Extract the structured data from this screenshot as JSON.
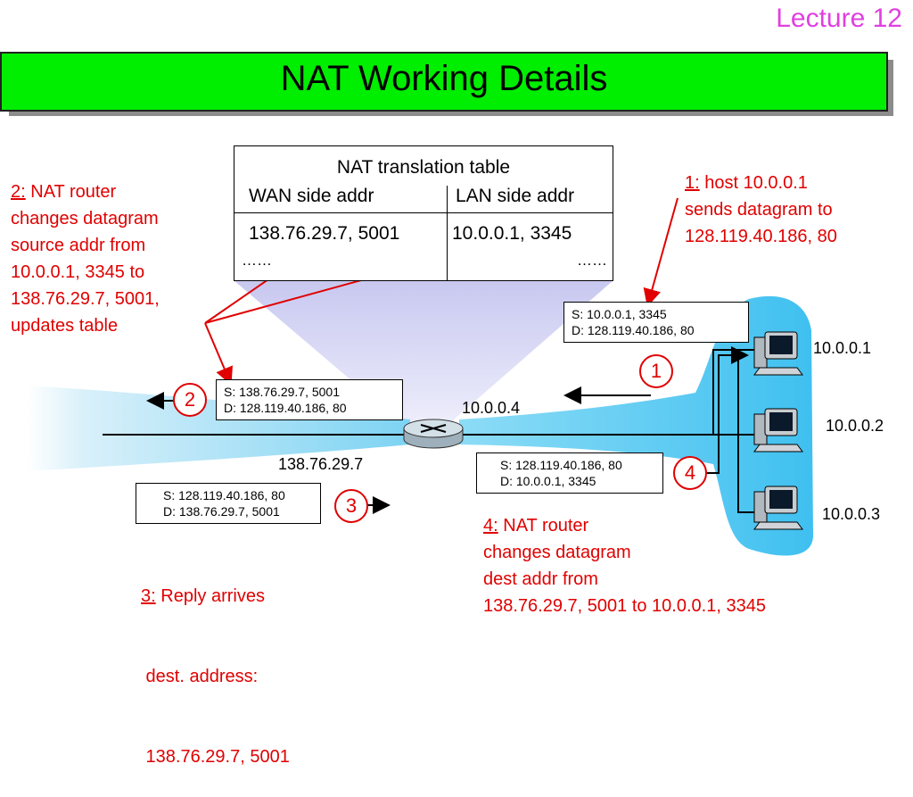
{
  "header": {
    "lecture": "Lecture 12",
    "title": "NAT Working Details"
  },
  "table": {
    "title": "NAT translation table",
    "col_wan": "WAN side addr",
    "col_lan": "LAN side addr",
    "row_wan": "138.76.29.7, 5001",
    "row_lan": "10.0.0.1, 3345",
    "more_wan": "……",
    "more_lan": "……"
  },
  "annotations": {
    "step1": {
      "num": "1:",
      "lines": [
        "host 10.0.0.1",
        "sends datagram to",
        "128.119.40.186, 80"
      ]
    },
    "step2": {
      "num": "2:",
      "lines": [
        "NAT router",
        "changes datagram",
        "source addr from",
        "10.0.0.1, 3345 to",
        "138.76.29.7, 5001,",
        "updates table"
      ]
    },
    "step3": {
      "num": "3:",
      "lines": [
        "Reply arrives",
        " dest. address:",
        " 138.76.29.7, 5001"
      ]
    },
    "step4": {
      "num": "4:",
      "lines": [
        "NAT router",
        "changes datagram",
        "dest addr from",
        "138.76.29.7, 5001 to 10.0.0.1, 3345"
      ]
    }
  },
  "packets": {
    "p1": {
      "s": "S: 10.0.0.1, 3345",
      "d": "D: 128.119.40.186, 80"
    },
    "p2": {
      "s": "S: 138.76.29.7, 5001",
      "d": "D: 128.119.40.186, 80"
    },
    "p3": {
      "s": "S: 128.119.40.186, 80",
      "d": "D: 138.76.29.7, 5001"
    },
    "p4": {
      "s": "S: 128.119.40.186, 80",
      "d": "D: 10.0.0.1, 3345"
    }
  },
  "steps": [
    "1",
    "2",
    "3",
    "4"
  ],
  "addresses": {
    "router_lan": "10.0.0.4",
    "router_wan": "138.76.29.7",
    "host1": "10.0.0.1",
    "host2": "10.0.0.2",
    "host3": "10.0.0.3"
  },
  "colors": {
    "title_bar": "#00ee00",
    "annotation": "#e00000",
    "lecture": "#e040e0",
    "network": "#4fc3f7"
  }
}
